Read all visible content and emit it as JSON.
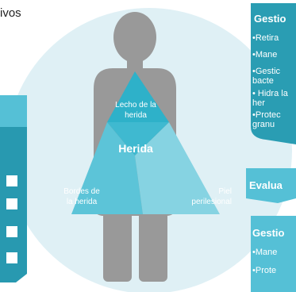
{
  "top_left_fragment": "ivos",
  "triangle": {
    "top": "Lecho de la herida",
    "center": "Herida",
    "left": "Bordes de la herida",
    "right": "Piel perilesional"
  },
  "card1": {
    "title": "Gestio",
    "items": [
      "•Retira",
      "•Mane",
      "•Gestic bacte",
      "• Hidra la her",
      "•Protec granu"
    ]
  },
  "card2": {
    "title": "Evalua"
  },
  "card3": {
    "title": "Gestio",
    "items": [
      "•Mane",
      "•Prote"
    ]
  },
  "colors": {
    "circle": "#dff0f5",
    "figure": "#999999",
    "tri_top": "#2eb1c9",
    "tri_left": "#5cc4d8",
    "tri_right": "#86d3e2",
    "card_dark": "#2a9db3",
    "card_light": "#55c0d6",
    "panel": "#2899b0",
    "checkbox": "#ffffff"
  }
}
